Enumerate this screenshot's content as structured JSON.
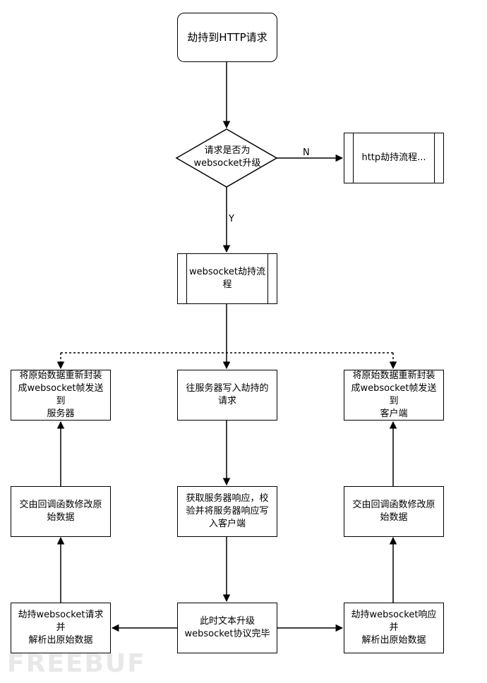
{
  "nodes": {
    "start": "劫持到HTTP请求",
    "decision": "请求是否为\nwebsocket升级",
    "http_flow": "http劫持流程...",
    "ws_flow": "websocket劫持流\n程",
    "repack_server": "将原始数据重新封装\n成websocket帧发送到\n服务器",
    "write_server": "往服务器写入劫持的\n请求",
    "repack_client": "将原始数据重新封装\n成websocket帧发送到\n客户端",
    "callback_left": "交由回调函数修改原\n始数据",
    "get_response": "获取服务器响应，校\n验并将服务器响应写\n入客户端",
    "callback_right": "交由回调函数修改原\n始数据",
    "hijack_request": "劫持websocket请求并\n解析出原始数据",
    "upgrade_done": "此时文本升级\nwebsocket协议完毕",
    "hijack_response": "劫持websocket响应并\n解析出原始数据"
  },
  "edge_labels": {
    "no": "N",
    "yes": "Y"
  },
  "watermark": "FREEBUF"
}
